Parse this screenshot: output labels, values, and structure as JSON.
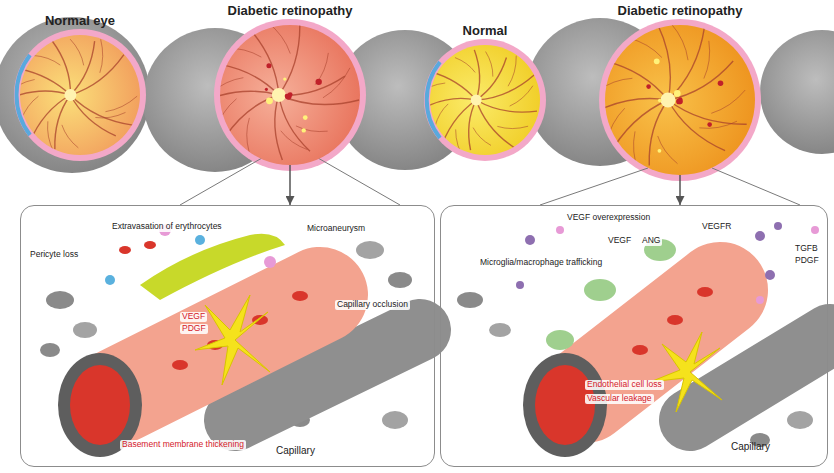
{
  "diagram": {
    "nodes": [
      {
        "text": [
          "Normal eye"
        ]
      },
      {
        "text": [
          "Diabetic retinopathy"
        ]
      },
      {
        "text": [
          "Normal"
        ]
      },
      {
        "text": [
          "Diabetic retinopathy"
        ]
      },
      {
        "text": [
          "Capillary"
        ]
      },
      {
        "text": [
          "Capillary"
        ]
      }
    ],
    "edges": [
      {
        "from": 1,
        "to": 4,
        "arrow": "to"
      },
      {
        "from": 3,
        "to": 5,
        "arrow": "to"
      }
    ],
    "labels": [
      "Extravasation of erythrocytes",
      "Pericyte loss",
      "Microaneurysm",
      "VEGF",
      "PDGF",
      "Capillary occlusion",
      "Basement membrane thickening",
      "VEGF overexpression",
      "VEGFR",
      "VEGF",
      "ANG",
      "Microglia/macrophage trafficking",
      "TGFB",
      "PDGF",
      "Endothelial cell loss",
      "Vascular leakage"
    ]
  }
}
